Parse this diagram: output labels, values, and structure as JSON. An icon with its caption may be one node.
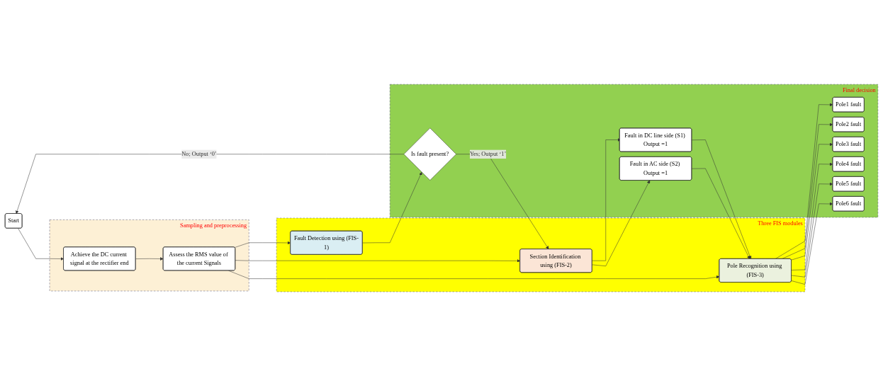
{
  "diagram": {
    "nodes": [
      {
        "text": [
          "Start"
        ]
      },
      {
        "text": [
          "Sampling and preprocessing"
        ]
      },
      {
        "text": [
          "Achieve the DC current signal at the rectifier end"
        ],
        "in": 1
      },
      {
        "text": [
          "Assess the RMS value of the current Signals"
        ],
        "in": 1
      },
      {
        "text": [
          "Three FIS modules"
        ]
      },
      {
        "text": [
          "Fault Detection using (FIS-1)"
        ],
        "in": 4
      },
      {
        "text": [
          "Section Identification using (FIS-2)"
        ],
        "in": 4
      },
      {
        "text": [
          "Pole Recognition using (FIS-3)"
        ],
        "in": 4
      },
      {
        "text": [
          "Final decision"
        ]
      },
      {
        "text": [
          "Is fault present?"
        ],
        "in": 8
      },
      {
        "text": [
          "Fault in DC line side (S1) Output =1"
        ],
        "in": 8
      },
      {
        "text": [
          "Fault in AC side (S2) Output =1"
        ],
        "in": 8
      },
      {
        "text": [
          "Pole1 fault"
        ],
        "in": 8
      },
      {
        "text": [
          "Pole2 fault"
        ],
        "in": 8
      },
      {
        "text": [
          "Pole3 fault"
        ],
        "in": 8
      },
      {
        "text": [
          "Pole4 fault"
        ],
        "in": 8
      },
      {
        "text": [
          "Pole5 fault"
        ],
        "in": 8
      },
      {
        "text": [
          "Pole6 fault"
        ],
        "in": 8
      }
    ],
    "edges": [
      {
        "from": 0,
        "to": 2,
        "arrow": "to"
      },
      {
        "from": 2,
        "to": 3,
        "arrow": "to"
      },
      {
        "from": 3,
        "to": 5,
        "arrow": "to"
      },
      {
        "from": 3,
        "to": 6,
        "arrow": "to"
      },
      {
        "from": 3,
        "to": 7,
        "arrow": "to"
      },
      {
        "from": 5,
        "to": 9,
        "arrow": "to"
      },
      {
        "from": 9,
        "to": 0,
        "arrow": "to",
        "label": "No; Output ‘0’"
      },
      {
        "from": 9,
        "to": 6,
        "arrow": "to",
        "label": "Yes; Output ‘1’"
      },
      {
        "from": 6,
        "to": 10,
        "arrow": "to"
      },
      {
        "from": 6,
        "to": 11,
        "arrow": "to"
      },
      {
        "from": 10,
        "to": 7,
        "arrow": "to"
      },
      {
        "from": 11,
        "to": 7,
        "arrow": "to"
      },
      {
        "from": 7,
        "to": 12,
        "arrow": "to"
      },
      {
        "from": 7,
        "to": 13,
        "arrow": "to"
      },
      {
        "from": 7,
        "to": 14,
        "arrow": "to"
      },
      {
        "from": 7,
        "to": 15,
        "arrow": "to"
      },
      {
        "from": 7,
        "to": 16,
        "arrow": "to"
      },
      {
        "from": 7,
        "to": 17,
        "arrow": "to"
      }
    ]
  }
}
